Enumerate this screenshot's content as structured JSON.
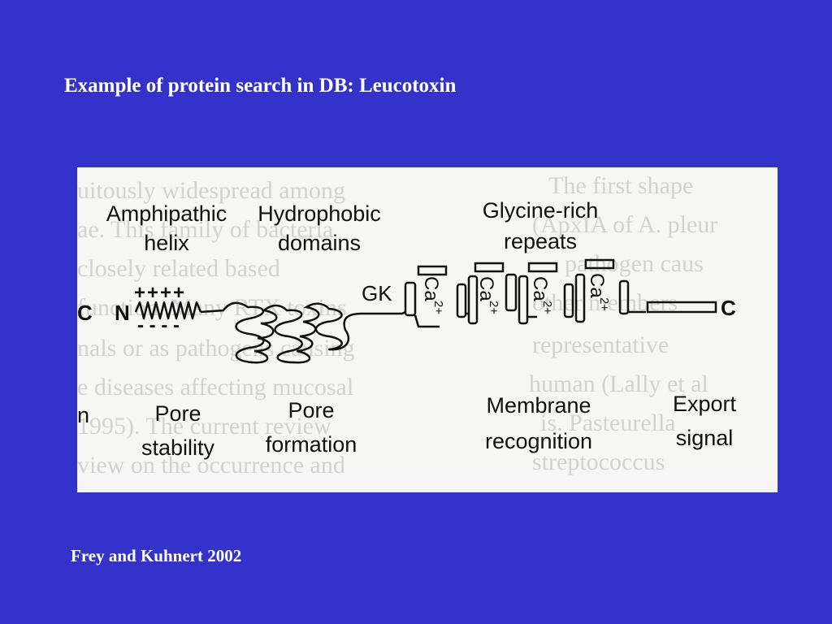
{
  "slide": {
    "title": "Example of protein search in DB: Leucotoxin",
    "citation": "Frey and Kuhnert 2002"
  },
  "diagram": {
    "top_labels": {
      "amphipathic_line1": "Amphipathic",
      "amphipathic_line2": "helix",
      "hydrophobic_line1": "Hydrophobic",
      "hydrophobic_line2": "domains",
      "glycine_line1": "Glycine-rich",
      "glycine_line2": "repeats"
    },
    "charges_plus": "++++",
    "charges_minus": "- - - -",
    "n_terminus": "N",
    "c_terminus": "C",
    "gk_label": "GK",
    "calcium_label": "Ca",
    "calcium_charge": "2+",
    "left_edge_c": "C",
    "left_edge_n": "n",
    "bottom_labels": {
      "pore_stability_line1": "Pore",
      "pore_stability_line2": "stability",
      "pore_formation_line1": "Pore",
      "pore_formation_line2": "formation",
      "membrane_line1": "Membrane",
      "membrane_line2": "recognition",
      "export_line1": "Export",
      "export_line2": "signal"
    },
    "background_text_left": [
      "uitously widespread among",
      "ae. This family of bacteria",
      "closely related based",
      "function. Many RTX toxins",
      "nals or as pathogens causing",
      "e diseases affecting mucosal",
      "1995). The current review",
      "view on the occurrence and"
    ],
    "background_text_right": [
      "The first shape",
      "(ApxIA of A. pleur",
      "pathogen caus",
      "other members",
      "representative",
      "human (Lally et al",
      "is. Pasteurella",
      "streptococcus"
    ]
  }
}
